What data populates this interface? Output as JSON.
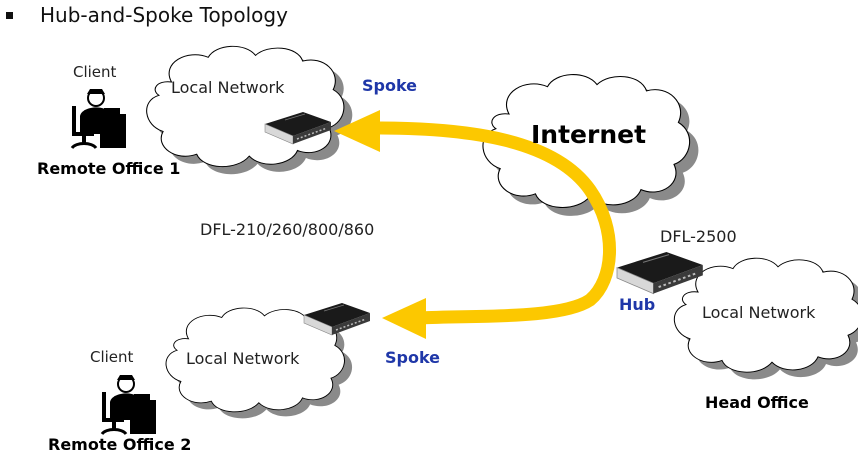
{
  "slide": {
    "title": "Hub-and-Spoke Topology",
    "bullet_icon": "square-bullet"
  },
  "nodes": {
    "remote_office_1": {
      "client_label": "Client",
      "network_label": "Local Network",
      "office_label": "Remote Office 1",
      "role_label": "Spoke"
    },
    "remote_office_2": {
      "client_label": "Client",
      "network_label": "Local Network",
      "office_label": "Remote Office 2",
      "role_label": "Spoke"
    },
    "internet": {
      "label": "Internet"
    },
    "head_office": {
      "model_label": "DFL-2500",
      "role_label": "Hub",
      "network_label": "Local Network",
      "office_label": "Head Office"
    },
    "spoke_models_label": "DFL-210/260/800/860"
  },
  "colors": {
    "arrow": "#fcc800",
    "role_text": "#1f37a8",
    "cloud_shadow": "#8a8a8a"
  },
  "icons": [
    "client-workstation-icon",
    "firewall-device-icon",
    "cloud-icon",
    "arrow-icon"
  ]
}
